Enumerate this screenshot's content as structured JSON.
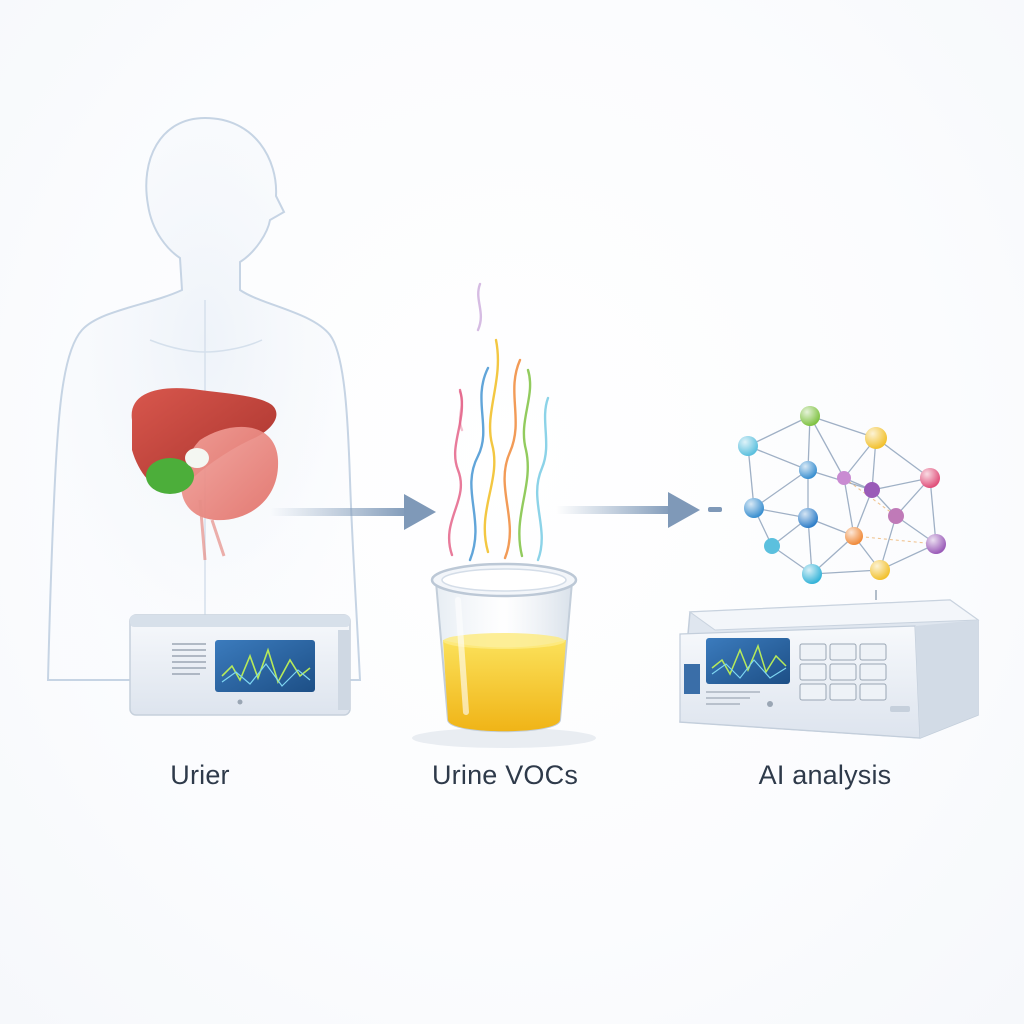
{
  "labels": {
    "step1": "Urier",
    "step2": "Urine VOCs",
    "step3": "AI analysis"
  },
  "palette": {
    "body_outline": "#c6d4e4",
    "liver": "#c0473f",
    "gallbladder": "#4cae3a",
    "urine": "#f4c21c",
    "arrow": "#8aa3bf",
    "device": "#e9eef5",
    "screen": "#2b6aa8",
    "node_colors": [
      "#5bc0de",
      "#3a8fd0",
      "#7fc242",
      "#f2c12e",
      "#e04f7a",
      "#9a5bb8",
      "#f08a3a",
      "#34b3b0"
    ]
  },
  "icons": [
    "human-silhouette-icon",
    "liver-icon",
    "arrow-right-icon",
    "urine-cup-icon",
    "network-graph-icon",
    "analyzer-device-icon"
  ]
}
